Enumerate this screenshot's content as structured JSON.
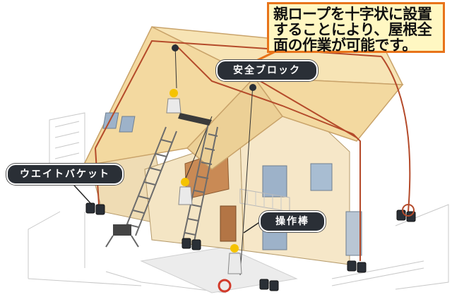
{
  "callout": {
    "lines": [
      "親ロープを十字状に設置",
      "することにより、屋根全",
      "面の作業が可能です。"
    ]
  },
  "labels": {
    "safety_block": "安全ブロック",
    "weight_bucket": "ウエイトバケット",
    "operation_rod": "操作棒"
  },
  "colors": {
    "roof": "#f3d9a0",
    "roof_edge": "#c9a36a",
    "wall": "#f4e5c4",
    "wall_shade": "#d8c39c",
    "rope": "#b44a2a",
    "callout_border": "#e8731a",
    "label_bg": "#2a2f36",
    "worker_helmet": "#f5c300"
  }
}
